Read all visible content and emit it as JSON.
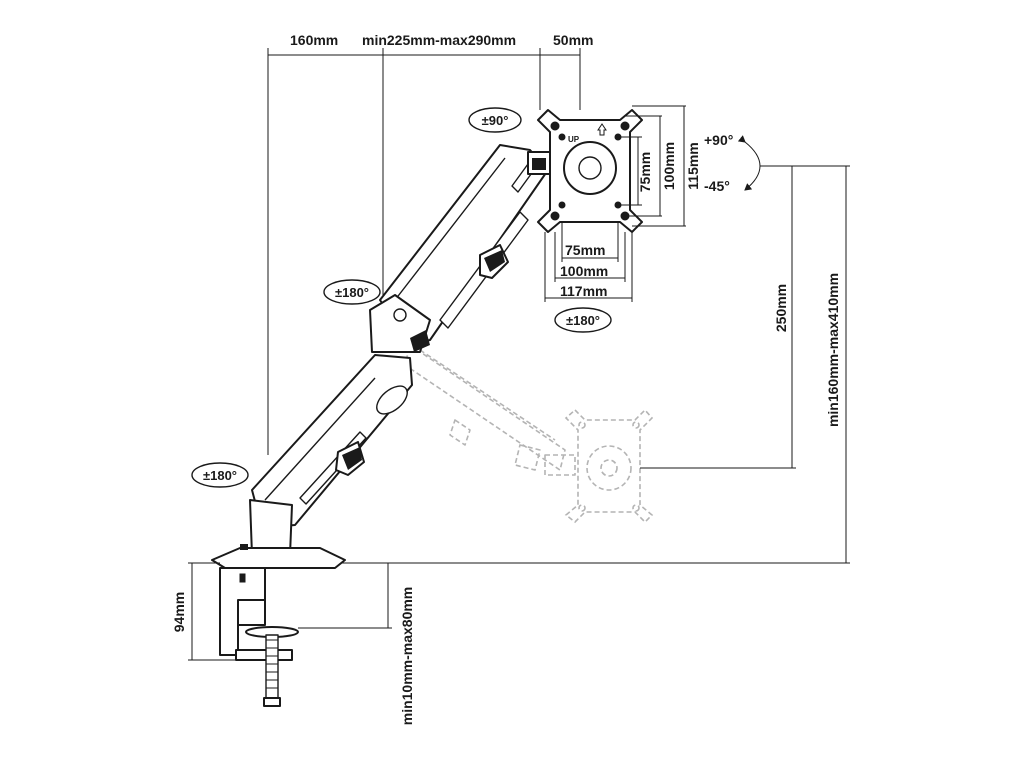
{
  "diagram": {
    "dimensions": {
      "top_left_width": "160mm",
      "top_arm_length": "min225mm-max290mm",
      "top_right_offset": "50mm",
      "plate_hole_width_small": "75mm",
      "plate_hole_width_large": "100mm",
      "plate_width": "117mm",
      "plate_hole_height_small": "75mm",
      "plate_hole_height_large": "100mm",
      "plate_height": "115mm",
      "height_travel": "250mm",
      "height_range": "min160mm-max410mm",
      "clamp_height": "94mm",
      "desk_thickness": "min10mm-max80mm"
    },
    "rotations": {
      "plate_swivel": "±90°",
      "head_rotation": "±180°",
      "elbow_rotation": "±180°",
      "base_rotation": "±180°"
    },
    "tilt": {
      "up": "+90°",
      "down": "-45°"
    },
    "plate_marking": "UP"
  }
}
